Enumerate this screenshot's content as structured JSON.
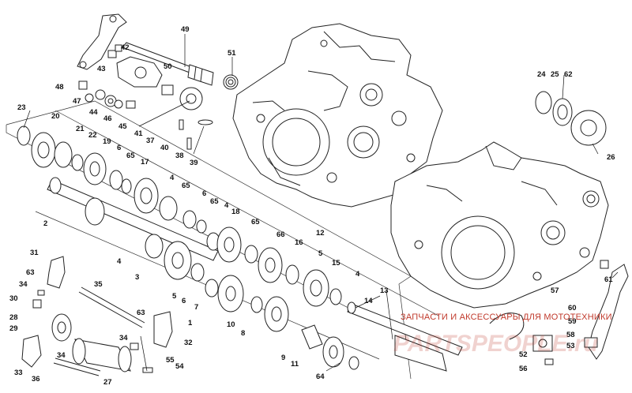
{
  "watermark": {
    "caption": "ЗАПЧАСТИ И АКСЕССУАРЫ ДЛЯ МОТОТЕХНИКИ",
    "brand": "PARTSPEOPLE.ru",
    "color": "#c0392b"
  },
  "labels": [
    {
      "id": "49",
      "text": "49"
    },
    {
      "id": "42",
      "text": "42"
    },
    {
      "id": "43",
      "text": "43"
    },
    {
      "id": "50",
      "text": "50"
    },
    {
      "id": "51",
      "text": "51"
    },
    {
      "id": "48",
      "text": "48"
    },
    {
      "id": "47",
      "text": "47"
    },
    {
      "id": "44",
      "text": "44"
    },
    {
      "id": "46",
      "text": "46"
    },
    {
      "id": "45",
      "text": "45"
    },
    {
      "id": "41",
      "text": "41"
    },
    {
      "id": "37",
      "text": "37"
    },
    {
      "id": "40",
      "text": "40"
    },
    {
      "id": "38",
      "text": "38"
    },
    {
      "id": "39",
      "text": "39"
    },
    {
      "id": "23",
      "text": "23"
    },
    {
      "id": "20",
      "text": "20"
    },
    {
      "id": "21",
      "text": "21"
    },
    {
      "id": "22",
      "text": "22"
    },
    {
      "id": "19",
      "text": "19"
    },
    {
      "id": "6a",
      "text": "6"
    },
    {
      "id": "65a",
      "text": "65"
    },
    {
      "id": "17",
      "text": "17"
    },
    {
      "id": "4a",
      "text": "4"
    },
    {
      "id": "65b",
      "text": "65"
    },
    {
      "id": "6b",
      "text": "6"
    },
    {
      "id": "65c",
      "text": "65"
    },
    {
      "id": "4b",
      "text": "4"
    },
    {
      "id": "18",
      "text": "18"
    },
    {
      "id": "65d",
      "text": "65"
    },
    {
      "id": "66",
      "text": "66"
    },
    {
      "id": "16",
      "text": "16"
    },
    {
      "id": "12",
      "text": "12"
    },
    {
      "id": "2",
      "text": "2"
    },
    {
      "id": "5a",
      "text": "5"
    },
    {
      "id": "15",
      "text": "15"
    },
    {
      "id": "4c",
      "text": "4"
    },
    {
      "id": "3",
      "text": "3"
    },
    {
      "id": "4d",
      "text": "4"
    },
    {
      "id": "5b",
      "text": "5"
    },
    {
      "id": "6c",
      "text": "6"
    },
    {
      "id": "7",
      "text": "7"
    },
    {
      "id": "1",
      "text": "1"
    },
    {
      "id": "10",
      "text": "10"
    },
    {
      "id": "8",
      "text": "8"
    },
    {
      "id": "14",
      "text": "14"
    },
    {
      "id": "13",
      "text": "13"
    },
    {
      "id": "9",
      "text": "9"
    },
    {
      "id": "11",
      "text": "11"
    },
    {
      "id": "64",
      "text": "64"
    },
    {
      "id": "31",
      "text": "31"
    },
    {
      "id": "63a",
      "text": "63"
    },
    {
      "id": "34a",
      "text": "34"
    },
    {
      "id": "35",
      "text": "35"
    },
    {
      "id": "30",
      "text": "30"
    },
    {
      "id": "28",
      "text": "28"
    },
    {
      "id": "29",
      "text": "29"
    },
    {
      "id": "63b",
      "text": "63"
    },
    {
      "id": "34b",
      "text": "34"
    },
    {
      "id": "32",
      "text": "32"
    },
    {
      "id": "33",
      "text": "33"
    },
    {
      "id": "34c",
      "text": "34"
    },
    {
      "id": "36",
      "text": "36"
    },
    {
      "id": "27",
      "text": "27"
    },
    {
      "id": "55",
      "text": "55"
    },
    {
      "id": "54",
      "text": "54"
    },
    {
      "id": "24",
      "text": "24"
    },
    {
      "id": "25",
      "text": "25"
    },
    {
      "id": "62",
      "text": "62"
    },
    {
      "id": "26",
      "text": "26"
    },
    {
      "id": "61",
      "text": "61"
    },
    {
      "id": "57",
      "text": "57"
    },
    {
      "id": "60",
      "text": "60"
    },
    {
      "id": "59",
      "text": "59"
    },
    {
      "id": "58",
      "text": "58"
    },
    {
      "id": "53",
      "text": "53"
    },
    {
      "id": "52",
      "text": "52"
    },
    {
      "id": "56",
      "text": "56"
    }
  ]
}
